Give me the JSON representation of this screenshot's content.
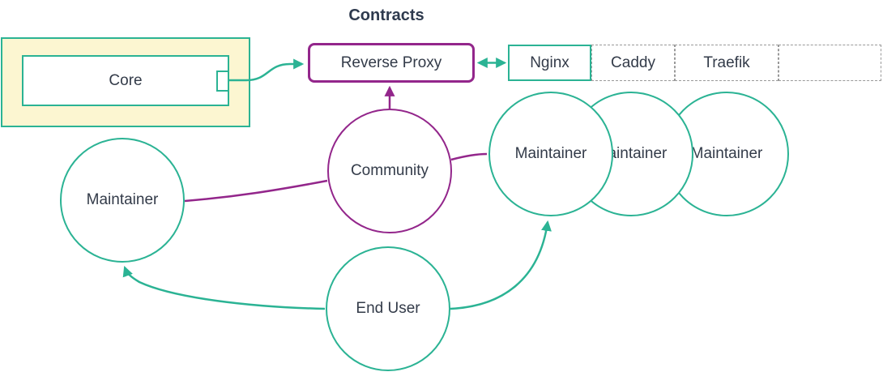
{
  "title": "Contracts",
  "colors": {
    "teal": "#2bb394",
    "purple": "#93268b",
    "yellow": "#fcf6d1",
    "text": "#333b49",
    "title": "#2e3a4e",
    "dash": "#999999"
  },
  "nodes": {
    "core": {
      "label": "Core"
    },
    "reverse_proxy": {
      "label": "Reverse Proxy"
    },
    "proxies": [
      {
        "label": "Nginx"
      },
      {
        "label": "Caddy"
      },
      {
        "label": "Traefik"
      },
      {
        "label": ""
      }
    ],
    "community": {
      "label": "Community"
    },
    "maintainer_left": {
      "label": "Maintainer"
    },
    "maintainers_right": [
      {
        "label": "Maintainer"
      },
      {
        "label": "Maintainer"
      },
      {
        "label": "Maintainer"
      }
    ],
    "end_user": {
      "label": "End User"
    }
  },
  "edges": [
    {
      "from": "Core",
      "to": "Reverse Proxy",
      "style": "arrow",
      "color": "teal"
    },
    {
      "from": "Reverse Proxy",
      "to": "Nginx",
      "style": "double-arrow",
      "color": "teal"
    },
    {
      "from": "Community",
      "to": "Reverse Proxy",
      "style": "arrow",
      "color": "purple"
    },
    {
      "from": "Community",
      "to": "Maintainer (left)",
      "style": "line",
      "color": "purple"
    },
    {
      "from": "Community",
      "to": "Maintainer (right)",
      "style": "line",
      "color": "purple"
    },
    {
      "from": "End User",
      "to": "Maintainer (left)",
      "style": "arrow",
      "color": "teal"
    },
    {
      "from": "End User",
      "to": "Maintainer (right)",
      "style": "arrow",
      "color": "teal"
    }
  ]
}
